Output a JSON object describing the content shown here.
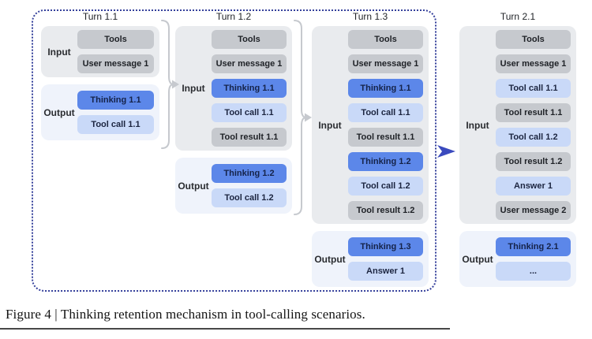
{
  "figure": {
    "caption": "Figure 4 | Thinking retention mechanism in tool-calling scenarios."
  },
  "colors": {
    "gray_box": "#C6C9CE",
    "blue_box": "#5C87E9",
    "lightblue_box": "#C9D9F8",
    "input_panel": "#E9EBEE",
    "output_panel": "#EFF3FB",
    "dashed_border": "#35409B",
    "connector_gray": "#C6C9CE",
    "arrow_blue": "#3A4ABE"
  },
  "turns": [
    {
      "title": "Turn 1.1",
      "input_label": "Input",
      "output_label": "Output",
      "input_boxes": [
        {
          "label": "Tools",
          "color": "gray"
        },
        {
          "label": "User message 1",
          "color": "gray"
        }
      ],
      "output_boxes": [
        {
          "label": "Thinking 1.1",
          "color": "blue"
        },
        {
          "label": "Tool call 1.1",
          "color": "lightblue"
        }
      ]
    },
    {
      "title": "Turn 1.2",
      "input_label": "Input",
      "output_label": "Output",
      "input_boxes": [
        {
          "label": "Tools",
          "color": "gray"
        },
        {
          "label": "User message 1",
          "color": "gray"
        },
        {
          "label": "Thinking 1.1",
          "color": "blue"
        },
        {
          "label": "Tool call 1.1",
          "color": "lightblue"
        },
        {
          "label": "Tool result 1.1",
          "color": "gray"
        }
      ],
      "output_boxes": [
        {
          "label": "Thinking 1.2",
          "color": "blue"
        },
        {
          "label": "Tool call 1.2",
          "color": "lightblue"
        }
      ]
    },
    {
      "title": "Turn 1.3",
      "input_label": "Input",
      "output_label": "Output",
      "input_boxes": [
        {
          "label": "Tools",
          "color": "gray"
        },
        {
          "label": "User message 1",
          "color": "gray"
        },
        {
          "label": "Thinking 1.1",
          "color": "blue"
        },
        {
          "label": "Tool call 1.1",
          "color": "lightblue"
        },
        {
          "label": "Tool result 1.1",
          "color": "gray"
        },
        {
          "label": "Thinking 1.2",
          "color": "blue"
        },
        {
          "label": "Tool call 1.2",
          "color": "lightblue"
        },
        {
          "label": "Tool result 1.2",
          "color": "gray"
        }
      ],
      "output_boxes": [
        {
          "label": "Thinking 1.3",
          "color": "blue"
        },
        {
          "label": "Answer 1",
          "color": "lightblue"
        }
      ]
    },
    {
      "title": "Turn 2.1",
      "input_label": "Input",
      "output_label": "Output",
      "input_boxes": [
        {
          "label": "Tools",
          "color": "gray"
        },
        {
          "label": "User message 1",
          "color": "gray"
        },
        {
          "label": "Tool call 1.1",
          "color": "lightblue"
        },
        {
          "label": "Tool result 1.1",
          "color": "gray"
        },
        {
          "label": "Tool call 1.2",
          "color": "lightblue"
        },
        {
          "label": "Tool result 1.2",
          "color": "gray"
        },
        {
          "label": "Answer 1",
          "color": "lightblue"
        },
        {
          "label": "User message 2",
          "color": "gray"
        }
      ],
      "output_boxes": [
        {
          "label": "Thinking 2.1",
          "color": "blue"
        },
        {
          "label": "...",
          "color": "lightblue"
        }
      ]
    }
  ]
}
